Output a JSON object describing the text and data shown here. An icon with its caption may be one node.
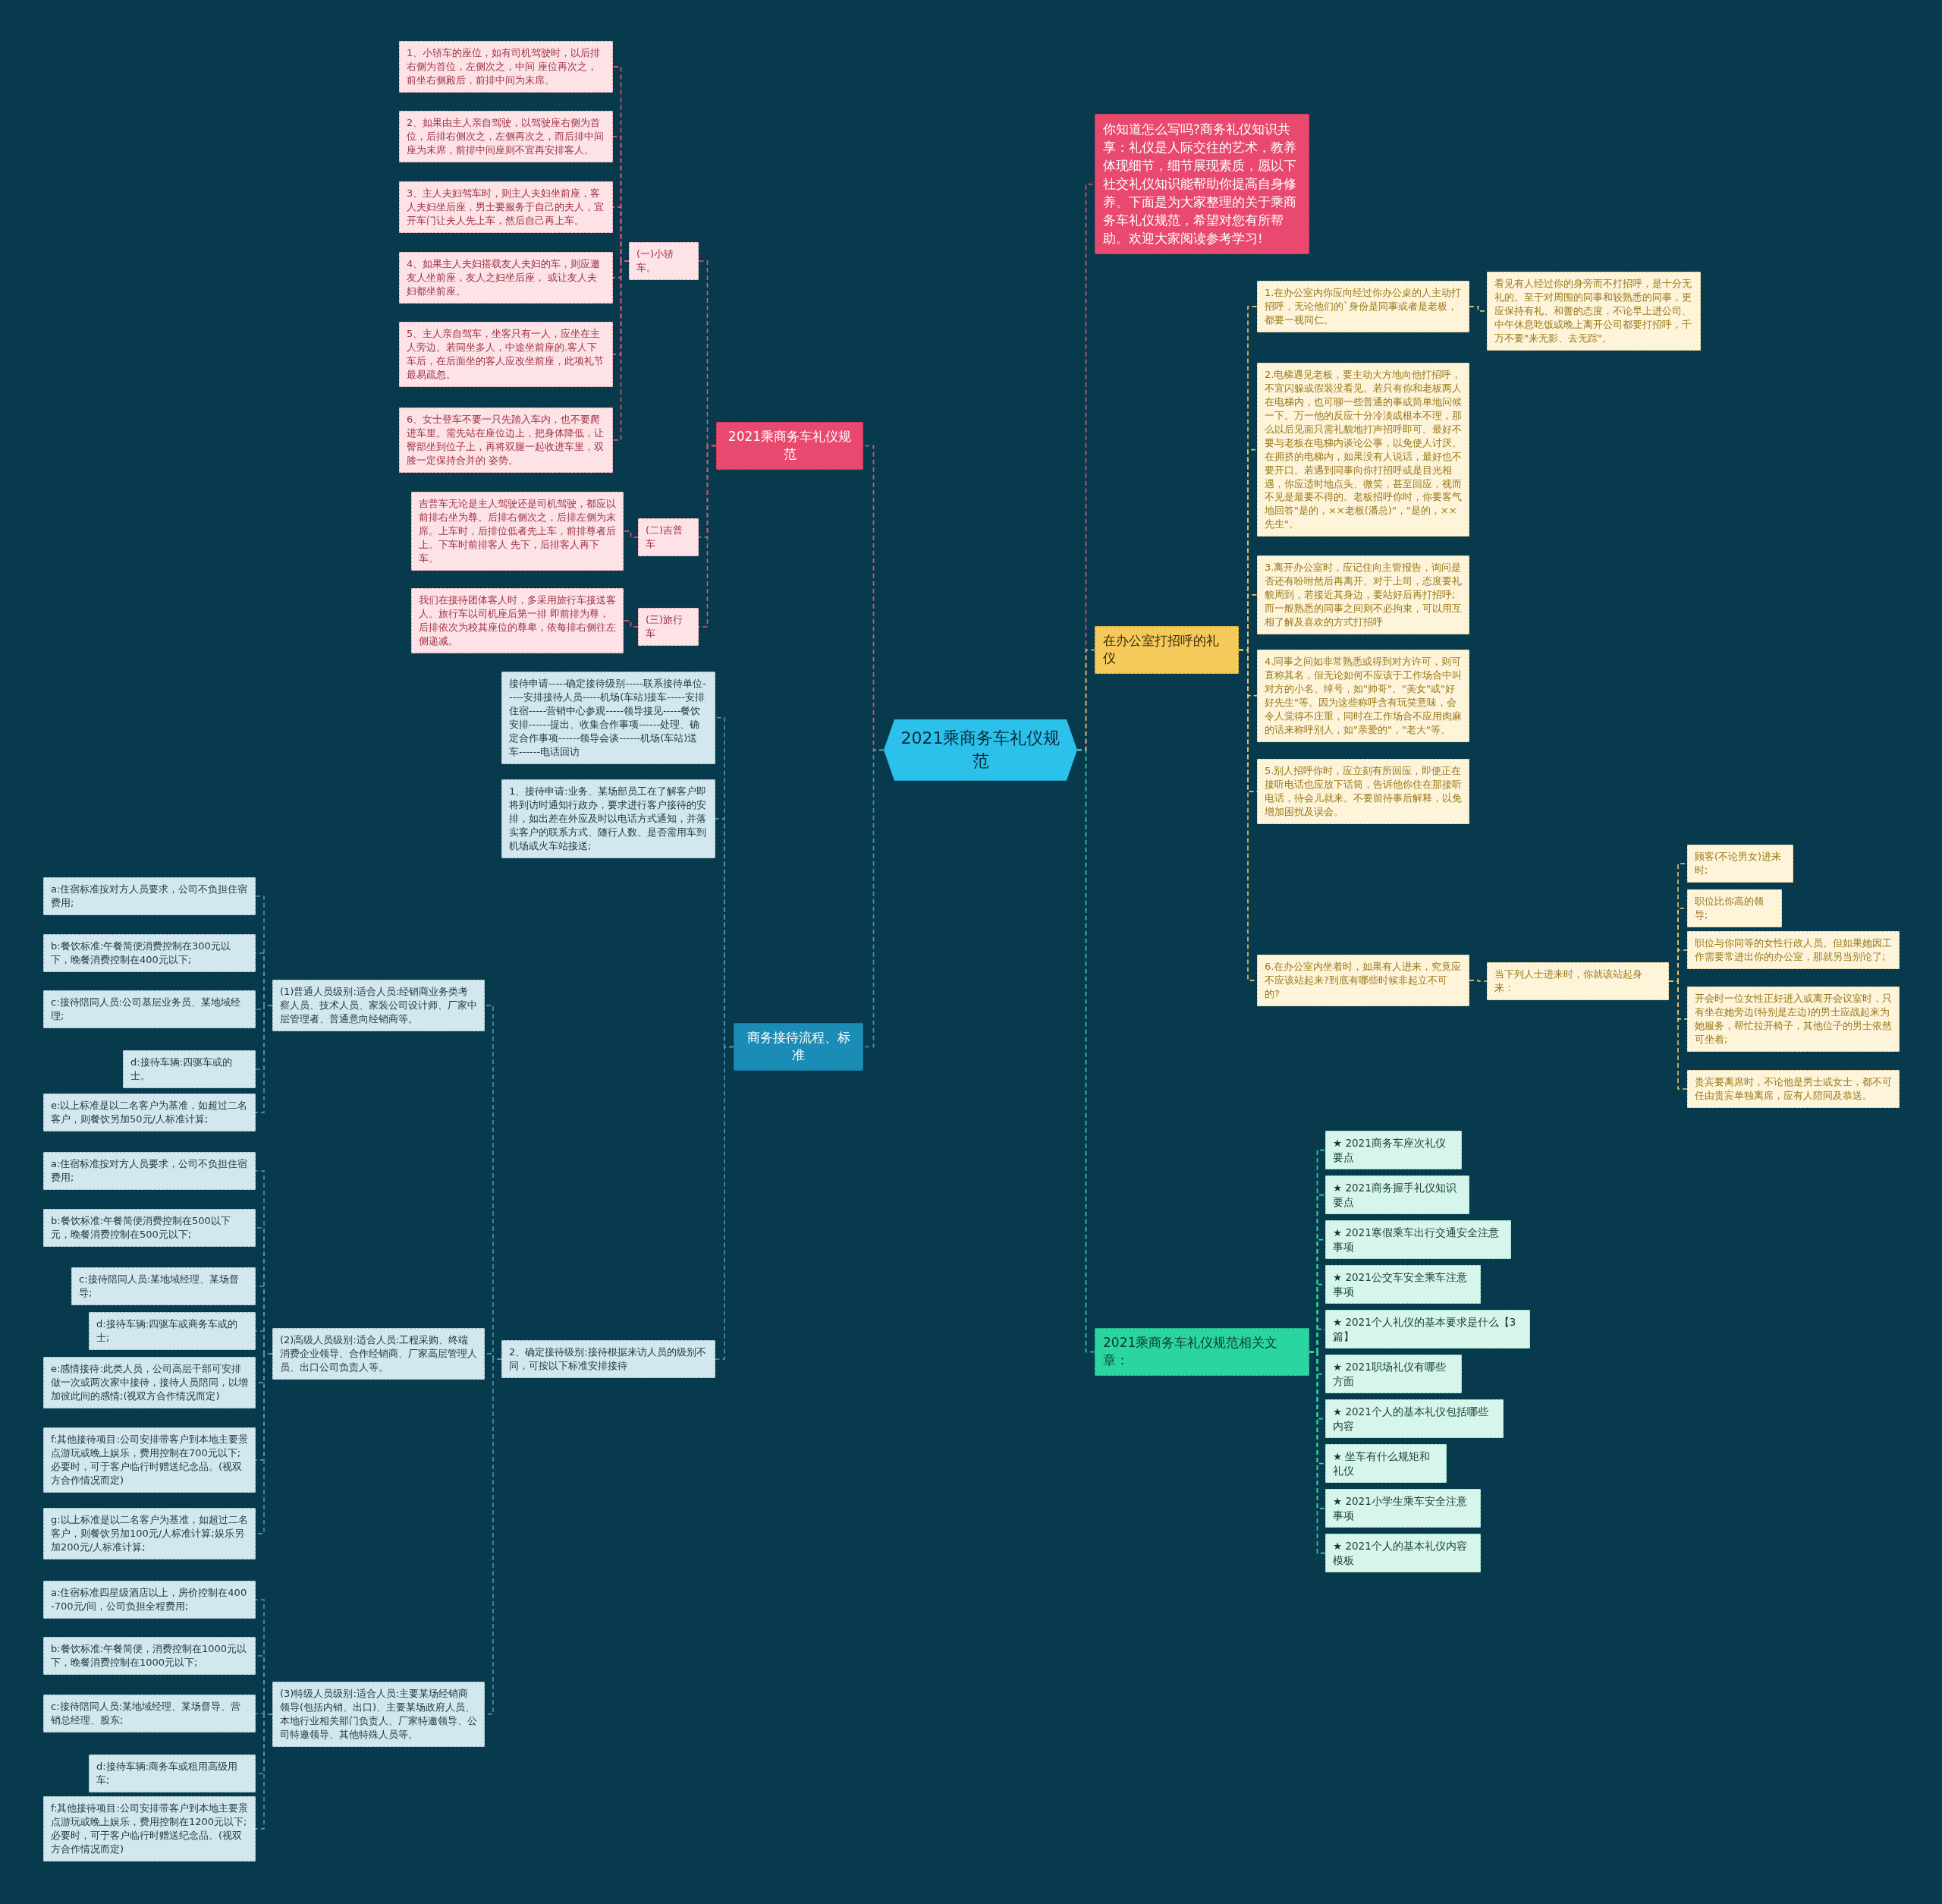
{
  "diagram": {
    "nodes": [
      {
        "text": [
          "2021乘商务车礼仪规范"
        ]
      },
      {
        "text": [
          "你知道怎么写吗?商务礼仪知识共享：礼仪是人际交往的艺术，教养体现细节，细节展现素质，愿以下社交礼仪知识能帮助你提高自身修养。下面是为大家整理的关于乘商务车礼仪规范，希望对您有所帮助。欢迎大家阅读参考学习!"
        ]
      },
      {
        "text": [
          "在办公室打招呼的礼仪"
        ]
      },
      {
        "text": [
          "1.在办公室内你应向经过你办公桌的人主动打招呼，无论他们的`身份是同事或者是老板，都要一视同仁。"
        ]
      },
      {
        "text": [
          "看见有人经过你的身旁而不打招呼，是十分无礼的。至于对周围的同事和较熟悉的同事，更应保持有礼、和善的态度，不论早上进公司、中午休息吃饭或晚上离开公司都要打招呼，千万不要\"来无影、去无踪\"。"
        ]
      },
      {
        "text": [
          "2.电梯遇见老板，要主动大方地向他打招呼，不宜闪躲或假装没看见。若只有你和老板两人在电梯内，也可聊一些普通的事或简单地问候一下。万一他的反应十分冷淡或根本不理，那么以后见面只需礼貌地打声招呼即可。最好不要与老板在电梯内谈论公事，以免使人讨厌。在拥挤的电梯内，如果没有人说话，最好也不要开口。若遇到同事向你打招呼或是目光相遇，你应适时地点头、微笑，甚至回应，视而不见是最要不得的。老板招呼你时，你要客气地回答\"是的，××老板(潘总)\"，\"是的，××先生\"。"
        ]
      },
      {
        "text": [
          "3.离开办公室时，应记住向主管报告，询问是否还有吩咐然后再离开。对于上司，态度要礼貌周到，若接近其身边，要站好后再打招呼;而一般熟悉的同事之间则不必拘束，可以用互相了解及喜欢的方式打招呼"
        ]
      },
      {
        "text": [
          "4.同事之间如非常熟悉或得到对方许可，则可直称其名，但无论如何不应该于工作场合中叫对方的小名、绰号，如\"帅哥\"、\"美女\"或\"好好先生\"等。因为这些称呼含有玩笑意味，会令人觉得不庄重，同时在工作场合不应用肉麻的话来称呼别人，如\"亲爱的\"，\"老大\"等。"
        ]
      },
      {
        "text": [
          "5.别人招呼你时，应立刻有所回应，即使正在接听电话也应放下话筒，告诉他你住在那接听电话，待会儿就来。不要留待事后解释，以免增加困扰及误会。"
        ]
      },
      {
        "text": [
          "6.在办公室内坐着时，如果有人进来，究竟应不应该站起来?到底有哪些时候非起立不可的?"
        ]
      },
      {
        "text": [
          "当下列人士进来时，你就该站起身来："
        ]
      },
      {
        "text": [
          "顾客(不论男女)进来时;"
        ]
      },
      {
        "text": [
          "职位比你高的领导;"
        ]
      },
      {
        "text": [
          "职位与你同等的女性行政人员。但如果她因工作需要常进出你的办公室，那就另当别论了;"
        ]
      },
      {
        "text": [
          "开会时一位女性正好进入或离开会议室时，只有坐在她旁边(特别是左边)的男士应战起来为她服务，帮忙拉开椅子，其他位子的男士依然可坐着;"
        ]
      },
      {
        "text": [
          "贵宾要离席时，不论他是男士或女士，都不可任由贵宾单独离席，应有人陪同及恭送。"
        ]
      },
      {
        "text": [
          "2021乘商务车礼仪规范相关文章："
        ]
      },
      {
        "text": [
          "★ 2021商务车座次礼仪要点"
        ]
      },
      {
        "text": [
          "★ 2021商务握手礼仪知识要点"
        ]
      },
      {
        "text": [
          "★ 2021寒假乘车出行交通安全注意事项"
        ]
      },
      {
        "text": [
          "★ 2021公交车安全乘车注意事项"
        ]
      },
      {
        "text": [
          "★ 2021个人礼仪的基本要求是什么【3篇】"
        ]
      },
      {
        "text": [
          "★ 2021职场礼仪有哪些方面"
        ]
      },
      {
        "text": [
          "★ 2021个人的基本礼仪包括哪些内容"
        ]
      },
      {
        "text": [
          "★ 坐车有什么规矩和礼仪"
        ]
      },
      {
        "text": [
          "★ 2021小学生乘车安全注意事项"
        ]
      },
      {
        "text": [
          "★ 2021个人的基本礼仪内容模板"
        ]
      },
      {
        "text": [
          "2021乘商务车礼仪规范"
        ]
      },
      {
        "text": [
          "(一)小轿车。"
        ]
      },
      {
        "text": [
          "1、小轿车的座位，如有司机驾驶时，以后排右侧为首位，左侧次之，中间 座位再次之，前坐右侧殿后，前排中间为末席。"
        ]
      },
      {
        "text": [
          "2、如果由主人亲自驾驶，以驾驶座右侧为首位，后排右侧次之，左侧再次之，而后排中间座为末席，前排中间座则不宜再安排客人。"
        ]
      },
      {
        "text": [
          "3、主人夫妇驾车时，则主人夫妇坐前座，客人夫妇坐后座，男士要服务于自己的夫人，宜开车门让夫人先上车，然后自己再上车。"
        ]
      },
      {
        "text": [
          "4、如果主人夫妇搭载友人夫妇的车，则应邀友人坐前座，友人之妇坐后座， 或让友人夫妇都坐前座。"
        ]
      },
      {
        "text": [
          "5、主人亲自驾车，坐客只有一人，应坐在主人旁边。若同坐多人，中途坐前座的.客人下车后，在后面坐的客人应改坐前座，此项礼节最易疏忽。"
        ]
      },
      {
        "text": [
          "6、女士登车不要一只先踏入车内，也不要爬进车里。需先站在座位边上，把身体降低，让臀部坐到位子上，再将双腿一起收进车里，双膝一定保持合并的 姿势。"
        ]
      },
      {
        "text": [
          "(二)吉普车"
        ]
      },
      {
        "text": [
          "吉普车无论是主人驾驶还是司机驾驶，都应以前排右坐为尊。后排右侧次之，后排左侧为末席。上车时，后排位低者先上车，前排尊者后上。下车时前排客人 先下，后排客人再下车。"
        ]
      },
      {
        "text": [
          "(三)旅行车"
        ]
      },
      {
        "text": [
          "我们在接待团体客人时，多采用旅行车接送客人。旅行车以司机座后第一排 即前排为尊，后排依次为校其座位的尊卑，依每排右侧往左侧递减。"
        ]
      },
      {
        "text": [
          "商务接待流程、标准"
        ]
      },
      {
        "text": [
          "接待申请-----确定接待级别-----联系接待单位-----安排接待人员-----机场(车站)接车-----安排住宿-----营销中心参观-----领导接见-----餐饮安排------提出、收集合作事项------处理、确定合作事项------领导会谈------机场(车站)送车------电话回访"
        ]
      },
      {
        "text": [
          "1、接待申请:业务、某场部员工在了解客户即将到访时通知行政办，要求进行客户接待的安排，如出差在外应及时以电话方式通知，并落实客户的联系方式、随行人数、是否需用车到机场或火车站接送;"
        ]
      },
      {
        "text": [
          "2、确定接待级别:接待根据来访人员的级别不同，可按以下标准安排接待"
        ]
      },
      {
        "text": [
          "(1)普通人员级别:适合人员:经销商业务类考察人员、技术人员、家装公司设计师、厂家中层管理者、普通意向经销商等。"
        ]
      },
      {
        "text": [
          "a:住宿标准按对方人员要求，公司不负担住宿费用;"
        ]
      },
      {
        "text": [
          "b:餐饮标准:午餐简便消费控制在300元以下，晚餐消费控制在400元以下;"
        ]
      },
      {
        "text": [
          "c:接待陪同人员:公司基层业务员、某地域经理;"
        ]
      },
      {
        "text": [
          "d:接待车辆:四驱车或的士。"
        ]
      },
      {
        "text": [
          "e:以上标准是以二名客户为基准，如超过二名客户，则餐饮另加50元/人标准计算;"
        ]
      },
      {
        "text": [
          "(2)高级人员级别:适合人员:工程采购、终端消费企业领导、合作经销商、厂家高层管理人员、出口公司负责人等。"
        ]
      },
      {
        "text": [
          "a:住宿标准按对方人员要求，公司不负担住宿费用;"
        ]
      },
      {
        "text": [
          "b:餐饮标准:午餐简便消费控制在500以下元，晚餐消费控制在500元以下;"
        ]
      },
      {
        "text": [
          "c:接待陪同人员:某地域经理、某场督导;"
        ]
      },
      {
        "text": [
          "d:接待车辆:四驱车或商务车或的士;"
        ]
      },
      {
        "text": [
          "e:感情接待:此类人员，公司高层干部可安排做一次或两次家中接待，接待人员陪同，以增加彼此间的感情;(视双方合作情况而定)"
        ]
      },
      {
        "text": [
          "f:其他接待项目:公司安排带客户到本地主要景点游玩或晚上娱乐，费用控制在700元以下;必要时，可于客户临行时赠送纪念品。(视双方合作情况而定)"
        ]
      },
      {
        "text": [
          "g:以上标准是以二名客户为基准，如超过二名客户，则餐饮另加100元/人标准计算;娱乐另加200元/人标准计算;"
        ]
      },
      {
        "text": [
          "(3)特级人员级别:适合人员:主要某场经销商领导(包括内销、出口)、主要某场政府人员、本地行业相关部门负责人、厂家特邀领导、公司特邀领导、其他特殊人员等。"
        ]
      },
      {
        "text": [
          "a:住宿标准四星级酒店以上，房价控制在400-700元/间，公司负担全程费用;"
        ]
      },
      {
        "text": [
          "b:餐饮标准:午餐简便，消费控制在1000元以下，晚餐消费控制在1000元以下;"
        ]
      },
      {
        "text": [
          "c:接待陪同人员:某地域经理、某场督导、营销总经理、股东;"
        ]
      },
      {
        "text": [
          "d:接待车辆:商务车或租用高级用车;"
        ]
      },
      {
        "text": [
          "f:其他接待项目:公司安排带客户到本地主要景点游玩或晚上娱乐，费用控制在1200元以下;必要时，可于客户临行时赠送纪念品。(视双方合作情况而定)"
        ]
      }
    ],
    "edges": [
      {
        "from": 0,
        "to": 1,
        "arrow": "none",
        "color": "#e0577a"
      },
      {
        "from": 0,
        "to": 2,
        "arrow": "none",
        "color": "#e9c46a"
      },
      {
        "from": 0,
        "to": 16,
        "arrow": "none",
        "color": "#2fd6a3"
      },
      {
        "from": 2,
        "to": 3,
        "arrow": "none",
        "color": "#e9c46a"
      },
      {
        "from": 2,
        "to": 5,
        "arrow": "none",
        "color": "#e9c46a"
      },
      {
        "from": 2,
        "to": 6,
        "arrow": "none",
        "color": "#e9c46a"
      },
      {
        "from": 2,
        "to": 7,
        "arrow": "none",
        "color": "#e9c46a"
      },
      {
        "from": 2,
        "to": 8,
        "arrow": "none",
        "color": "#e9c46a"
      },
      {
        "from": 2,
        "to": 9,
        "arrow": "none",
        "color": "#e9c46a"
      },
      {
        "from": 3,
        "to": 4,
        "arrow": "none",
        "color": "#e9c46a"
      },
      {
        "from": 9,
        "to": 10,
        "arrow": "none",
        "color": "#e9c46a"
      },
      {
        "from": 10,
        "to": 11,
        "arrow": "none",
        "color": "#e9c46a"
      },
      {
        "from": 10,
        "to": 12,
        "arrow": "none",
        "color": "#e9c46a"
      },
      {
        "from": 10,
        "to": 13,
        "arrow": "none",
        "color": "#e9c46a"
      },
      {
        "from": 10,
        "to": 14,
        "arrow": "none",
        "color": "#e9c46a"
      },
      {
        "from": 10,
        "to": 15,
        "arrow": "none",
        "color": "#e9c46a"
      },
      {
        "from": 16,
        "to": 17,
        "arrow": "none",
        "color": "#2fd6a3"
      },
      {
        "from": 16,
        "to": 18,
        "arrow": "none",
        "color": "#2fd6a3"
      },
      {
        "from": 16,
        "to": 19,
        "arrow": "none",
        "color": "#2fd6a3"
      },
      {
        "from": 16,
        "to": 20,
        "arrow": "none",
        "color": "#2fd6a3"
      },
      {
        "from": 16,
        "to": 21,
        "arrow": "none",
        "color": "#2fd6a3"
      },
      {
        "from": 16,
        "to": 22,
        "arrow": "none",
        "color": "#2fd6a3"
      },
      {
        "from": 16,
        "to": 23,
        "arrow": "none",
        "color": "#2fd6a3"
      },
      {
        "from": 16,
        "to": 24,
        "arrow": "none",
        "color": "#2fd6a3"
      },
      {
        "from": 16,
        "to": 25,
        "arrow": "none",
        "color": "#2fd6a3"
      },
      {
        "from": 16,
        "to": 26,
        "arrow": "none",
        "color": "#2fd6a3"
      },
      {
        "from": 0,
        "to": 27,
        "arrow": "none",
        "color": "#e0577a"
      },
      {
        "from": 27,
        "to": 28,
        "arrow": "none",
        "color": "#e0577a"
      },
      {
        "from": 27,
        "to": 35,
        "arrow": "none",
        "color": "#e0577a"
      },
      {
        "from": 27,
        "to": 37,
        "arrow": "none",
        "color": "#e0577a"
      },
      {
        "from": 28,
        "to": 29,
        "arrow": "none",
        "color": "#e0577a"
      },
      {
        "from": 28,
        "to": 30,
        "arrow": "none",
        "color": "#e0577a"
      },
      {
        "from": 28,
        "to": 31,
        "arrow": "none",
        "color": "#e0577a"
      },
      {
        "from": 28,
        "to": 32,
        "arrow": "none",
        "color": "#e0577a"
      },
      {
        "from": 28,
        "to": 33,
        "arrow": "none",
        "color": "#e0577a"
      },
      {
        "from": 28,
        "to": 34,
        "arrow": "none",
        "color": "#e0577a"
      },
      {
        "from": 35,
        "to": 36,
        "arrow": "none",
        "color": "#e0577a"
      },
      {
        "from": 37,
        "to": 38,
        "arrow": "none",
        "color": "#e0577a"
      },
      {
        "from": 0,
        "to": 39,
        "arrow": "none"
      },
      {
        "from": 39,
        "to": 40,
        "arrow": "none"
      },
      {
        "from": 39,
        "to": 41,
        "arrow": "none"
      },
      {
        "from": 39,
        "to": 42,
        "arrow": "none"
      },
      {
        "from": 42,
        "to": 43,
        "arrow": "none"
      },
      {
        "from": 42,
        "to": 49,
        "arrow": "none"
      },
      {
        "from": 42,
        "to": 57,
        "arrow": "none"
      },
      {
        "from": 43,
        "to": 44,
        "arrow": "none"
      },
      {
        "from": 43,
        "to": 45,
        "arrow": "none"
      },
      {
        "from": 43,
        "to": 46,
        "arrow": "none"
      },
      {
        "from": 43,
        "to": 47,
        "arrow": "none"
      },
      {
        "from": 43,
        "to": 48,
        "arrow": "none"
      },
      {
        "from": 49,
        "to": 50,
        "arrow": "none"
      },
      {
        "from": 49,
        "to": 51,
        "arrow": "none"
      },
      {
        "from": 49,
        "to": 52,
        "arrow": "none"
      },
      {
        "from": 49,
        "to": 53,
        "arrow": "none"
      },
      {
        "from": 49,
        "to": 54,
        "arrow": "none"
      },
      {
        "from": 49,
        "to": 55,
        "arrow": "none"
      },
      {
        "from": 49,
        "to": 56,
        "arrow": "none"
      },
      {
        "from": 57,
        "to": 58,
        "arrow": "none"
      },
      {
        "from": 57,
        "to": 59,
        "arrow": "none"
      },
      {
        "from": 57,
        "to": 60,
        "arrow": "none"
      },
      {
        "from": 57,
        "to": 61,
        "arrow": "none"
      },
      {
        "from": 57,
        "to": 62,
        "arrow": "none"
      }
    ]
  }
}
